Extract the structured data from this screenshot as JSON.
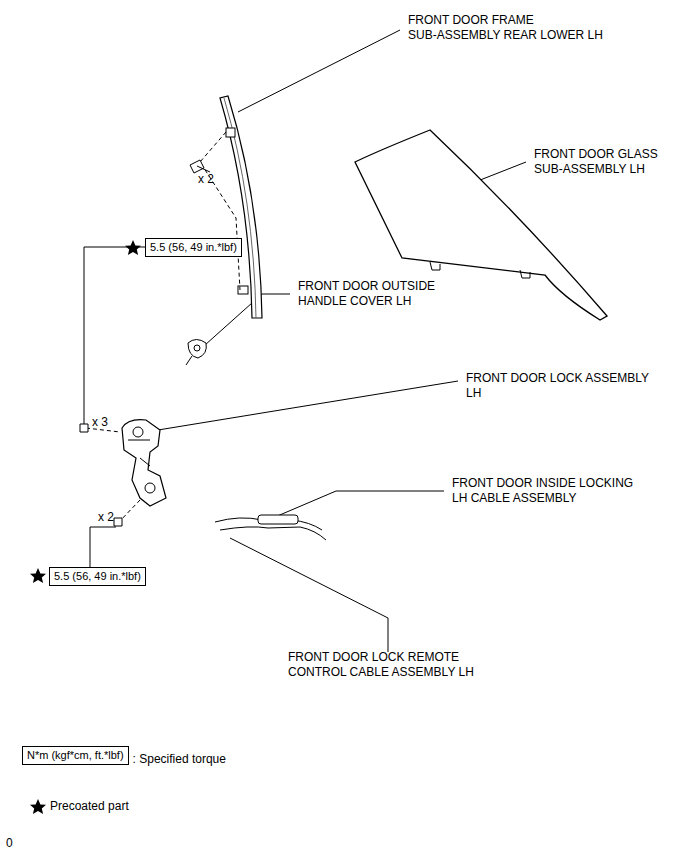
{
  "diagram": {
    "nodes": [
      {
        "text": [
          "5.5 (56, 49 in.*lbf)"
        ]
      },
      {
        "text": [
          "5.5 (56, 49 in.*lbf)"
        ]
      },
      {
        "text": [
          "N*m (kgf*cm, ft.*lbf)"
        ]
      }
    ],
    "labels": [
      "FRONT DOOR FRAME SUB-ASSEMBLY REAR LOWER LH",
      "x 2",
      "FRONT DOOR GLASS SUB-ASSEMBLY LH",
      "FRONT DOOR OUTSIDE HANDLE COVER LH",
      "FRONT DOOR LOCK ASSEMBLY LH",
      "x 3",
      "x 2",
      "FRONT DOOR INSIDE LOCKING LH CABLE ASSEMBLY",
      "FRONT DOOR LOCK REMOTE CONTROL CABLE ASSEMBLY LH",
      "0"
    ],
    "legend": [
      {
        "text": ": Specified torque"
      },
      {
        "text": "Precoated part"
      }
    ]
  }
}
